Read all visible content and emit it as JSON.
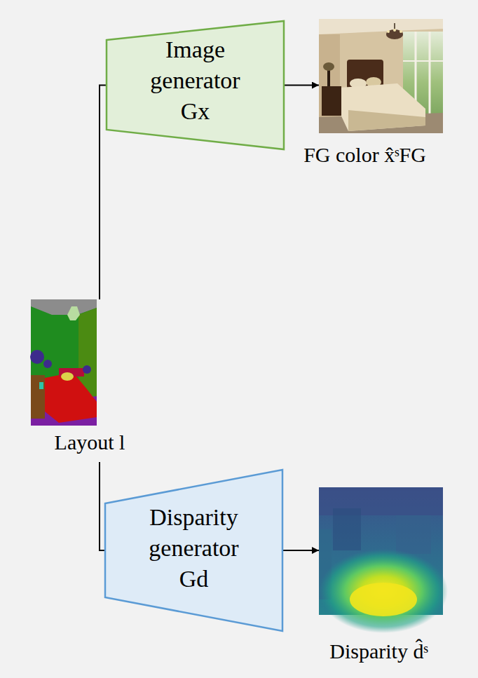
{
  "diagram": {
    "nodes": [
      {
        "text": [
          "Image generator Gx"
        ]
      },
      {
        "text": [
          "FG color x̂ˢFG"
        ]
      },
      {
        "text": [
          "Layout l"
        ]
      },
      {
        "text": [
          "Disparity generator Gd"
        ]
      },
      {
        "text": [
          "Disparity d̂ˢ"
        ]
      }
    ],
    "edges": [
      {
        "from": 2,
        "to": 0,
        "arrow": "none"
      },
      {
        "from": 0,
        "to": 1,
        "arrow": "to"
      },
      {
        "from": 2,
        "to": 3,
        "arrow": "none"
      },
      {
        "from": 3,
        "to": 4,
        "arrow": "to"
      }
    ]
  }
}
